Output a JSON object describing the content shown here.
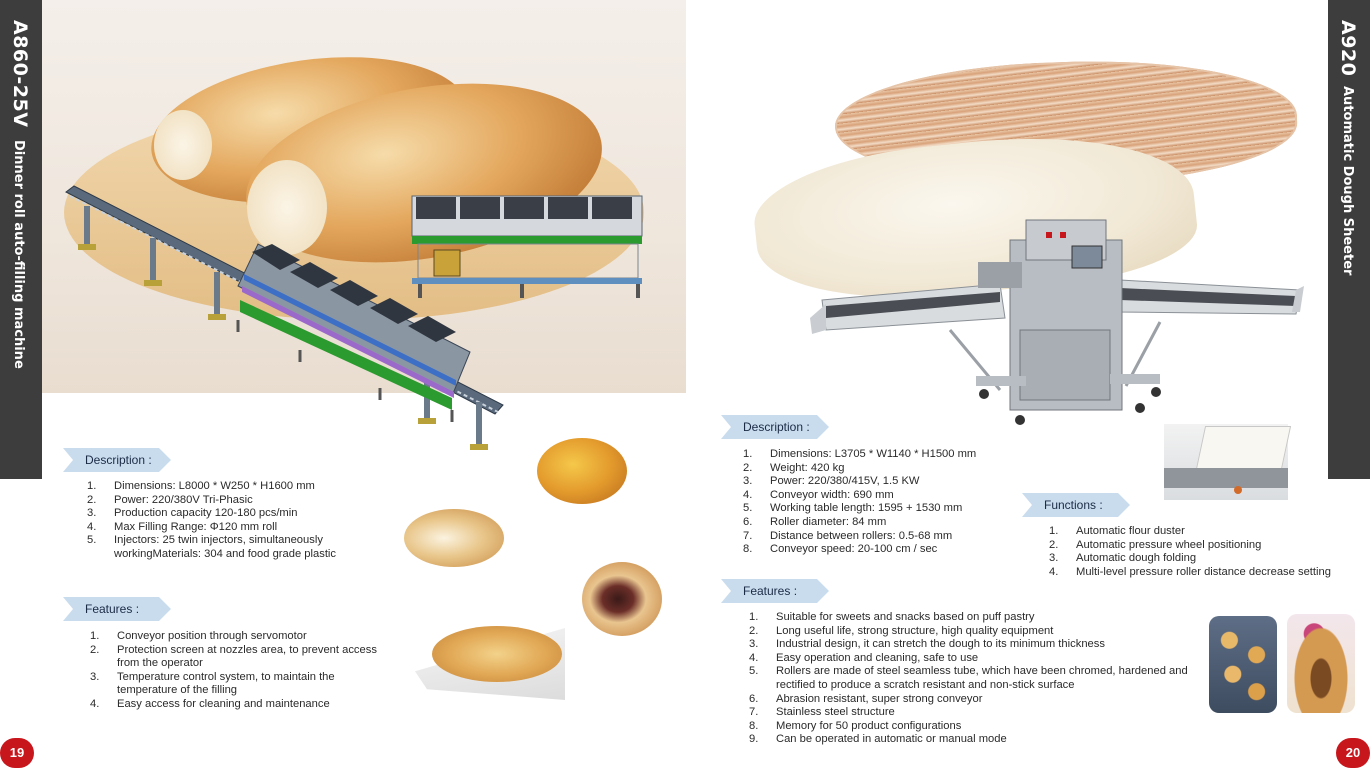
{
  "left_page": {
    "model_code": "A860-25V",
    "product_name": "Dinner roll auto-filling machine",
    "page_number": "19",
    "description": {
      "label": "Description :",
      "items": [
        {
          "num": "1.",
          "text": "Dimensions: L8000 * W250 * H1600 mm"
        },
        {
          "num": "2.",
          "text": "Power: 220/380V Tri-Phasic"
        },
        {
          "num": "3.",
          "text": "Production capacity 120-180 pcs/min"
        },
        {
          "num": "4.",
          "text": "Max Filling Range: Φ120 mm roll"
        },
        {
          "num": "5.",
          "text": "Injectors: 25 twin injectors, simultaneously workingMaterials: 304 and food grade plastic"
        }
      ]
    },
    "features": {
      "label": "Features :",
      "items": [
        {
          "num": "1.",
          "text": "Conveyor position through servomotor"
        },
        {
          "num": "2.",
          "text": "Protection screen at nozzles area, to prevent access from the operator"
        },
        {
          "num": "3.",
          "text": "Temperature control system, to maintain the temperature of the filling"
        },
        {
          "num": "4.",
          "text": "Easy access for cleaning and maintenance"
        }
      ]
    }
  },
  "right_page": {
    "model_code": "A920",
    "product_name": "Automatic Dough Sheeter",
    "page_number": "20",
    "description": {
      "label": "Description :",
      "items": [
        {
          "num": "1.",
          "text": "Dimensions: L3705 * W1140 * H1500 mm"
        },
        {
          "num": "2.",
          "text": "Weight: 420 kg"
        },
        {
          "num": "3.",
          "text": "Power: 220/380/415V, 1.5 KW"
        },
        {
          "num": "4.",
          "text": "Conveyor width: 690 mm"
        },
        {
          "num": "5.",
          "text": "Working table length: 1595 + 1530 mm"
        },
        {
          "num": "6.",
          "text": "Roller diameter: 84 mm"
        },
        {
          "num": "7.",
          "text": "Distance between rollers: 0.5-68 mm"
        },
        {
          "num": "8.",
          "text": "Conveyor speed: 20-100 cm / sec"
        }
      ]
    },
    "functions": {
      "label": "Functions :",
      "items": [
        {
          "num": "1.",
          "text": "Automatic flour duster"
        },
        {
          "num": "2.",
          "text": "Automatic pressure wheel positioning"
        },
        {
          "num": "3.",
          "text": "Automatic dough folding"
        },
        {
          "num": "4.",
          "text": "Multi-level pressure roller distance decrease setting"
        }
      ]
    },
    "features": {
      "label": "Features :",
      "items": [
        {
          "num": "1.",
          "text": "Suitable for sweets and snacks based on puff pastry"
        },
        {
          "num": "2.",
          "text": "Long useful life, strong structure, high quality equipment"
        },
        {
          "num": "3.",
          "text": "Industrial design, it can stretch the dough to its minimum thickness"
        },
        {
          "num": "4.",
          "text": "Easy operation and cleaning, safe to use"
        },
        {
          "num": "5.",
          "text": "Rollers are made of steel seamless tube, which have been chromed, hardened and rectified to produce a scratch resistant and non-stick surface"
        },
        {
          "num": "6.",
          "text": "Abrasion resistant, super strong conveyor"
        },
        {
          "num": "7.",
          "text": "Stainless steel structure"
        },
        {
          "num": "8.",
          "text": "Memory for 50 product configurations"
        },
        {
          "num": "9.",
          "text": "Can be operated in automatic or manual mode"
        }
      ]
    }
  },
  "colors": {
    "sidebar": "#3d3d3d",
    "page_number_badge": "#c8161d",
    "section_tag": "#c9dcee"
  }
}
